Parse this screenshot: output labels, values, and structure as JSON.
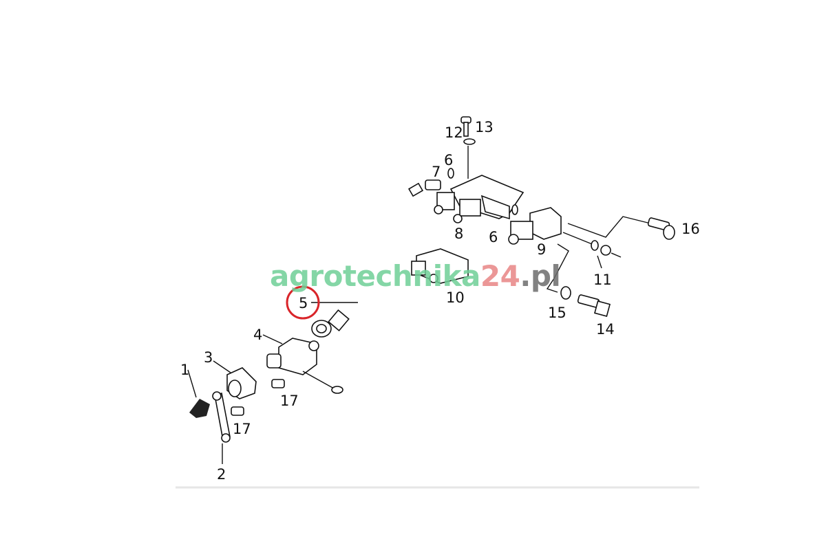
{
  "diagram": {
    "labels": {
      "p1": "1",
      "p2": "2",
      "p3": "3",
      "p4": "4",
      "p5": "5",
      "p6a": "6",
      "p6b": "6",
      "p7": "7",
      "p8": "8",
      "p9": "9",
      "p10": "10",
      "p11": "11",
      "p12": "12",
      "p13": "13",
      "p14": "14",
      "p15": "15",
      "p16": "16",
      "p17a": "17",
      "p17b": "17"
    },
    "highlighted_part": "5",
    "highlight_color": "#d9252a"
  },
  "watermark": {
    "brand": "agrotechnika",
    "number": "24",
    "tld": ".pl"
  }
}
